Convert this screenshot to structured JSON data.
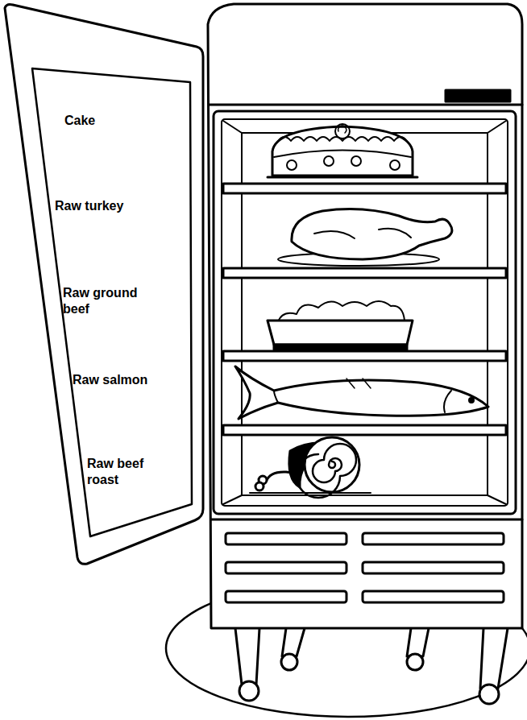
{
  "diagram": {
    "labels": [
      "Cake",
      "Raw turkey",
      "Raw ground beef",
      "Raw salmon",
      "Raw beef roast"
    ]
  }
}
